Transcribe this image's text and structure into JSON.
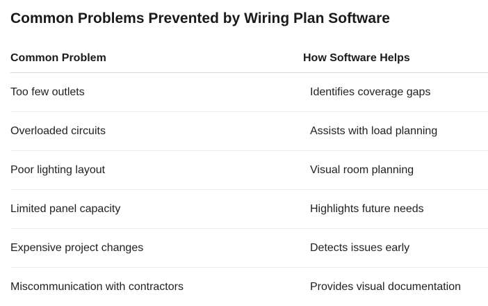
{
  "title": "Common Problems Prevented by Wiring Plan Software",
  "table": {
    "headers": [
      "Common Problem",
      "How Software Helps"
    ],
    "rows": [
      [
        "Too few outlets",
        "Identifies coverage gaps"
      ],
      [
        "Overloaded circuits",
        "Assists with load planning"
      ],
      [
        "Poor lighting layout",
        "Visual room planning"
      ],
      [
        "Limited panel capacity",
        "Highlights future needs"
      ],
      [
        "Expensive project changes",
        "Detects issues early"
      ],
      [
        "Miscommunication with contractors",
        "Provides visual documentation"
      ]
    ]
  }
}
